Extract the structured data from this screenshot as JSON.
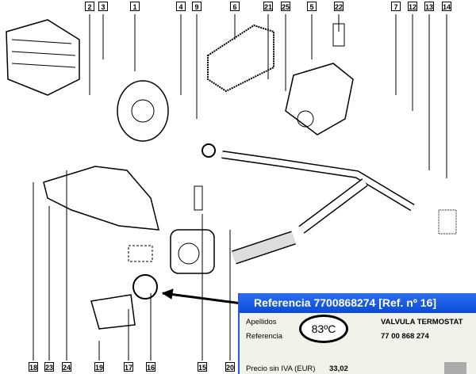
{
  "diagram": {
    "top_callouts": [
      "2",
      "3",
      "1",
      "4",
      "9",
      "6",
      "21",
      "25",
      "5",
      "22",
      "7",
      "12",
      "13",
      "14"
    ],
    "bottom_callouts": [
      "18",
      "23",
      "24",
      "19",
      "17",
      "16",
      "15",
      "20"
    ]
  },
  "popup": {
    "title": "Referencia 7700868274 [Ref. nº 16]",
    "apellidos_label": "Apellidos",
    "referencia_label": "Referencia",
    "temperature": "83ºC",
    "name_value": "VALVULA TERMOSTAT",
    "ref_value": "77 00 868 274",
    "price_label": "Precio sin IVA (EUR)",
    "price_value": "33,02"
  }
}
